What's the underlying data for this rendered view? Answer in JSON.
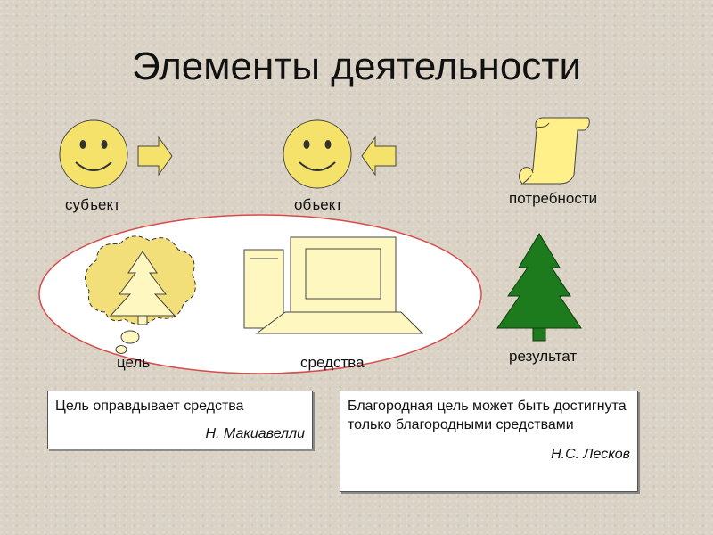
{
  "title": "Элементы деятельности",
  "labels": {
    "subject": "субъект",
    "object": "объект",
    "needs": "потребности",
    "goal": "цель",
    "means": "средства",
    "result": "результат"
  },
  "quotes": [
    {
      "text": "Цель оправдывает средства",
      "author": "Н. Макиавелли"
    },
    {
      "text": "Благородная цель может быть достигнута только благородными средствами",
      "author": "Н.С. Лесков"
    }
  ],
  "colors": {
    "face": "#f5e26a",
    "pale": "#fff7c0",
    "tree": "#1d7a1d",
    "ellipse_border": "#d84c4c"
  }
}
